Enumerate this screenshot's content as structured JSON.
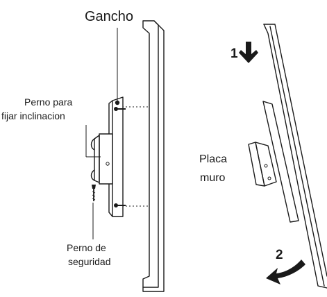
{
  "labels": {
    "hook": "Gancho",
    "tilt_bolt_line1": "Perno para",
    "tilt_bolt_line2": "fijar inclinacion",
    "safety_bolt_line1": "Perno de",
    "safety_bolt_line2": "seguridad",
    "wall_plate_line1": "Placa",
    "wall_plate_line2": "muro"
  },
  "steps": {
    "step1": "1",
    "step2": "2"
  }
}
